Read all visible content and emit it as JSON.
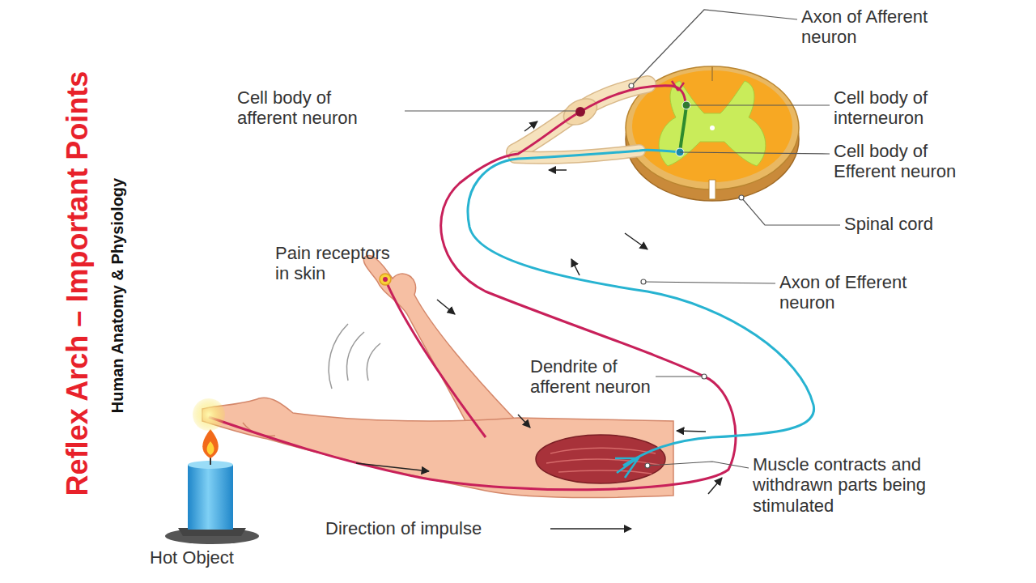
{
  "diagram": {
    "title": "Reflex Arch – Important Points",
    "labels": [
      "Human Anatomy & Physiology",
      "Axon of Afferent neuron",
      "Cell body of afferent neuron",
      "Cell body of interneuron",
      "Cell body of Efferent neuron",
      "Spinal cord",
      "Pain receptors in skin",
      "Axon of Efferent neuron",
      "Dendrite of afferent neuron",
      "Muscle contracts and withdrawn parts being stimulated",
      "Direction of impulse",
      "Hot Object"
    ]
  }
}
